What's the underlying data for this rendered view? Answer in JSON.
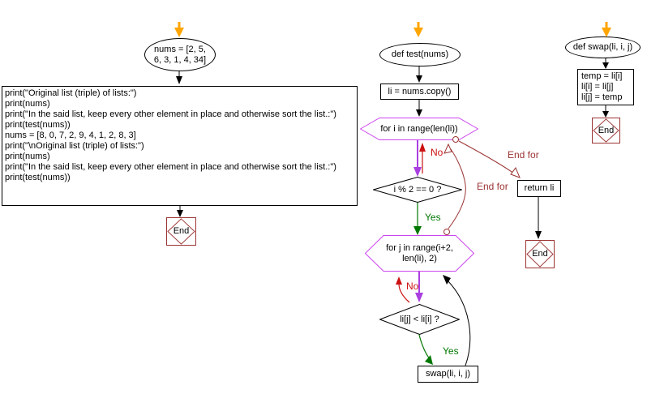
{
  "colors": {
    "entry_arrow": "#ffa500",
    "loop_hexagon": "#cc44ee",
    "branch_arrow": "#aa3fe0",
    "no_arrow": "#cc1111",
    "yes_arrow": "#007700",
    "end_for": "#9b3333",
    "node_border": "#000000"
  },
  "main_flow": {
    "start_label": [
      "nums = [2, 5,",
      "6, 3, 1, 4, 34]"
    ],
    "code_lines": [
      "print(\"Original list (triple) of lists:\")",
      "print(nums)",
      "print(\"In the said list, keep every other element in place and otherwise sort the list.:\")",
      "print(test(nums))",
      "nums = [8, 0, 7, 2, 9, 4, 1, 2, 8, 3]",
      "print(\"\\nOriginal list (triple) of lists:\")",
      "print(nums)",
      "print(\"In the said list, keep every other element in place and otherwise sort the list.:\")",
      "print(test(nums))"
    ],
    "end_label": "End"
  },
  "test_flow": {
    "def_label": "def test(nums)",
    "copy_label": "li = nums.copy()",
    "outer_loop_label": "for i in range(len(li))",
    "outer_cond_label": "i % 2 == 0 ?",
    "inner_loop_label": [
      "for j in range(i+2,",
      "len(li), 2)"
    ],
    "inner_cond_label": "li[j] < li[i] ?",
    "swap_call_label": "swap(li, i, j)",
    "return_label": "return li",
    "end_label": "End",
    "labels": {
      "outer_no": "No",
      "outer_yes": "Yes",
      "inner_no": "No",
      "inner_yes": "Yes",
      "outer_end_for": "End for",
      "inner_end_for": "End for"
    }
  },
  "swap_flow": {
    "def_label": "def swap(li, i, j)",
    "body_lines": [
      "temp = li[i]",
      "li[i] = li[j]",
      "li[j] = temp"
    ],
    "end_label": "End"
  }
}
